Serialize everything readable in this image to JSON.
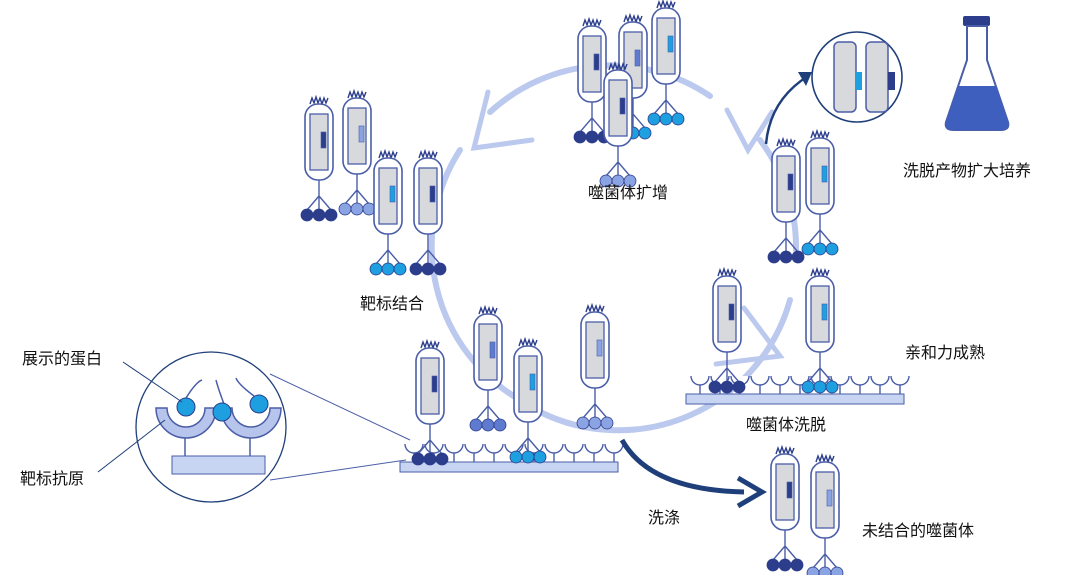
{
  "labels": {
    "amplification": "噬菌体扩增",
    "target_binding": "靶标结合",
    "displayed_protein": "展示的蛋白",
    "target_antigen": "靶标抗原",
    "elute_culture": "洗脱产物扩大培养",
    "affinity_maturation": "亲和力成熟",
    "phage_elution": "噬菌体洗脱",
    "wash": "洗涤",
    "unbound_phage": "未结合的噬菌体"
  },
  "colors": {
    "cycle_arrow": "#bcc9ee",
    "wash_arrow": "#1f3f7a",
    "outline": "#4a5ea8",
    "capsid_fill": "#d7d9dd",
    "dark_blue": "#2c3d8c",
    "mid_blue": "#5f7bd0",
    "light_blue": "#8aa3e3",
    "cyan": "#1d9fe0",
    "flask_liquid": "#3f5fbf",
    "plate": "#c8d5f2"
  },
  "icons": [
    "phage-icon",
    "flask-icon",
    "magnifier-circle-icon",
    "target-plate-icon"
  ]
}
